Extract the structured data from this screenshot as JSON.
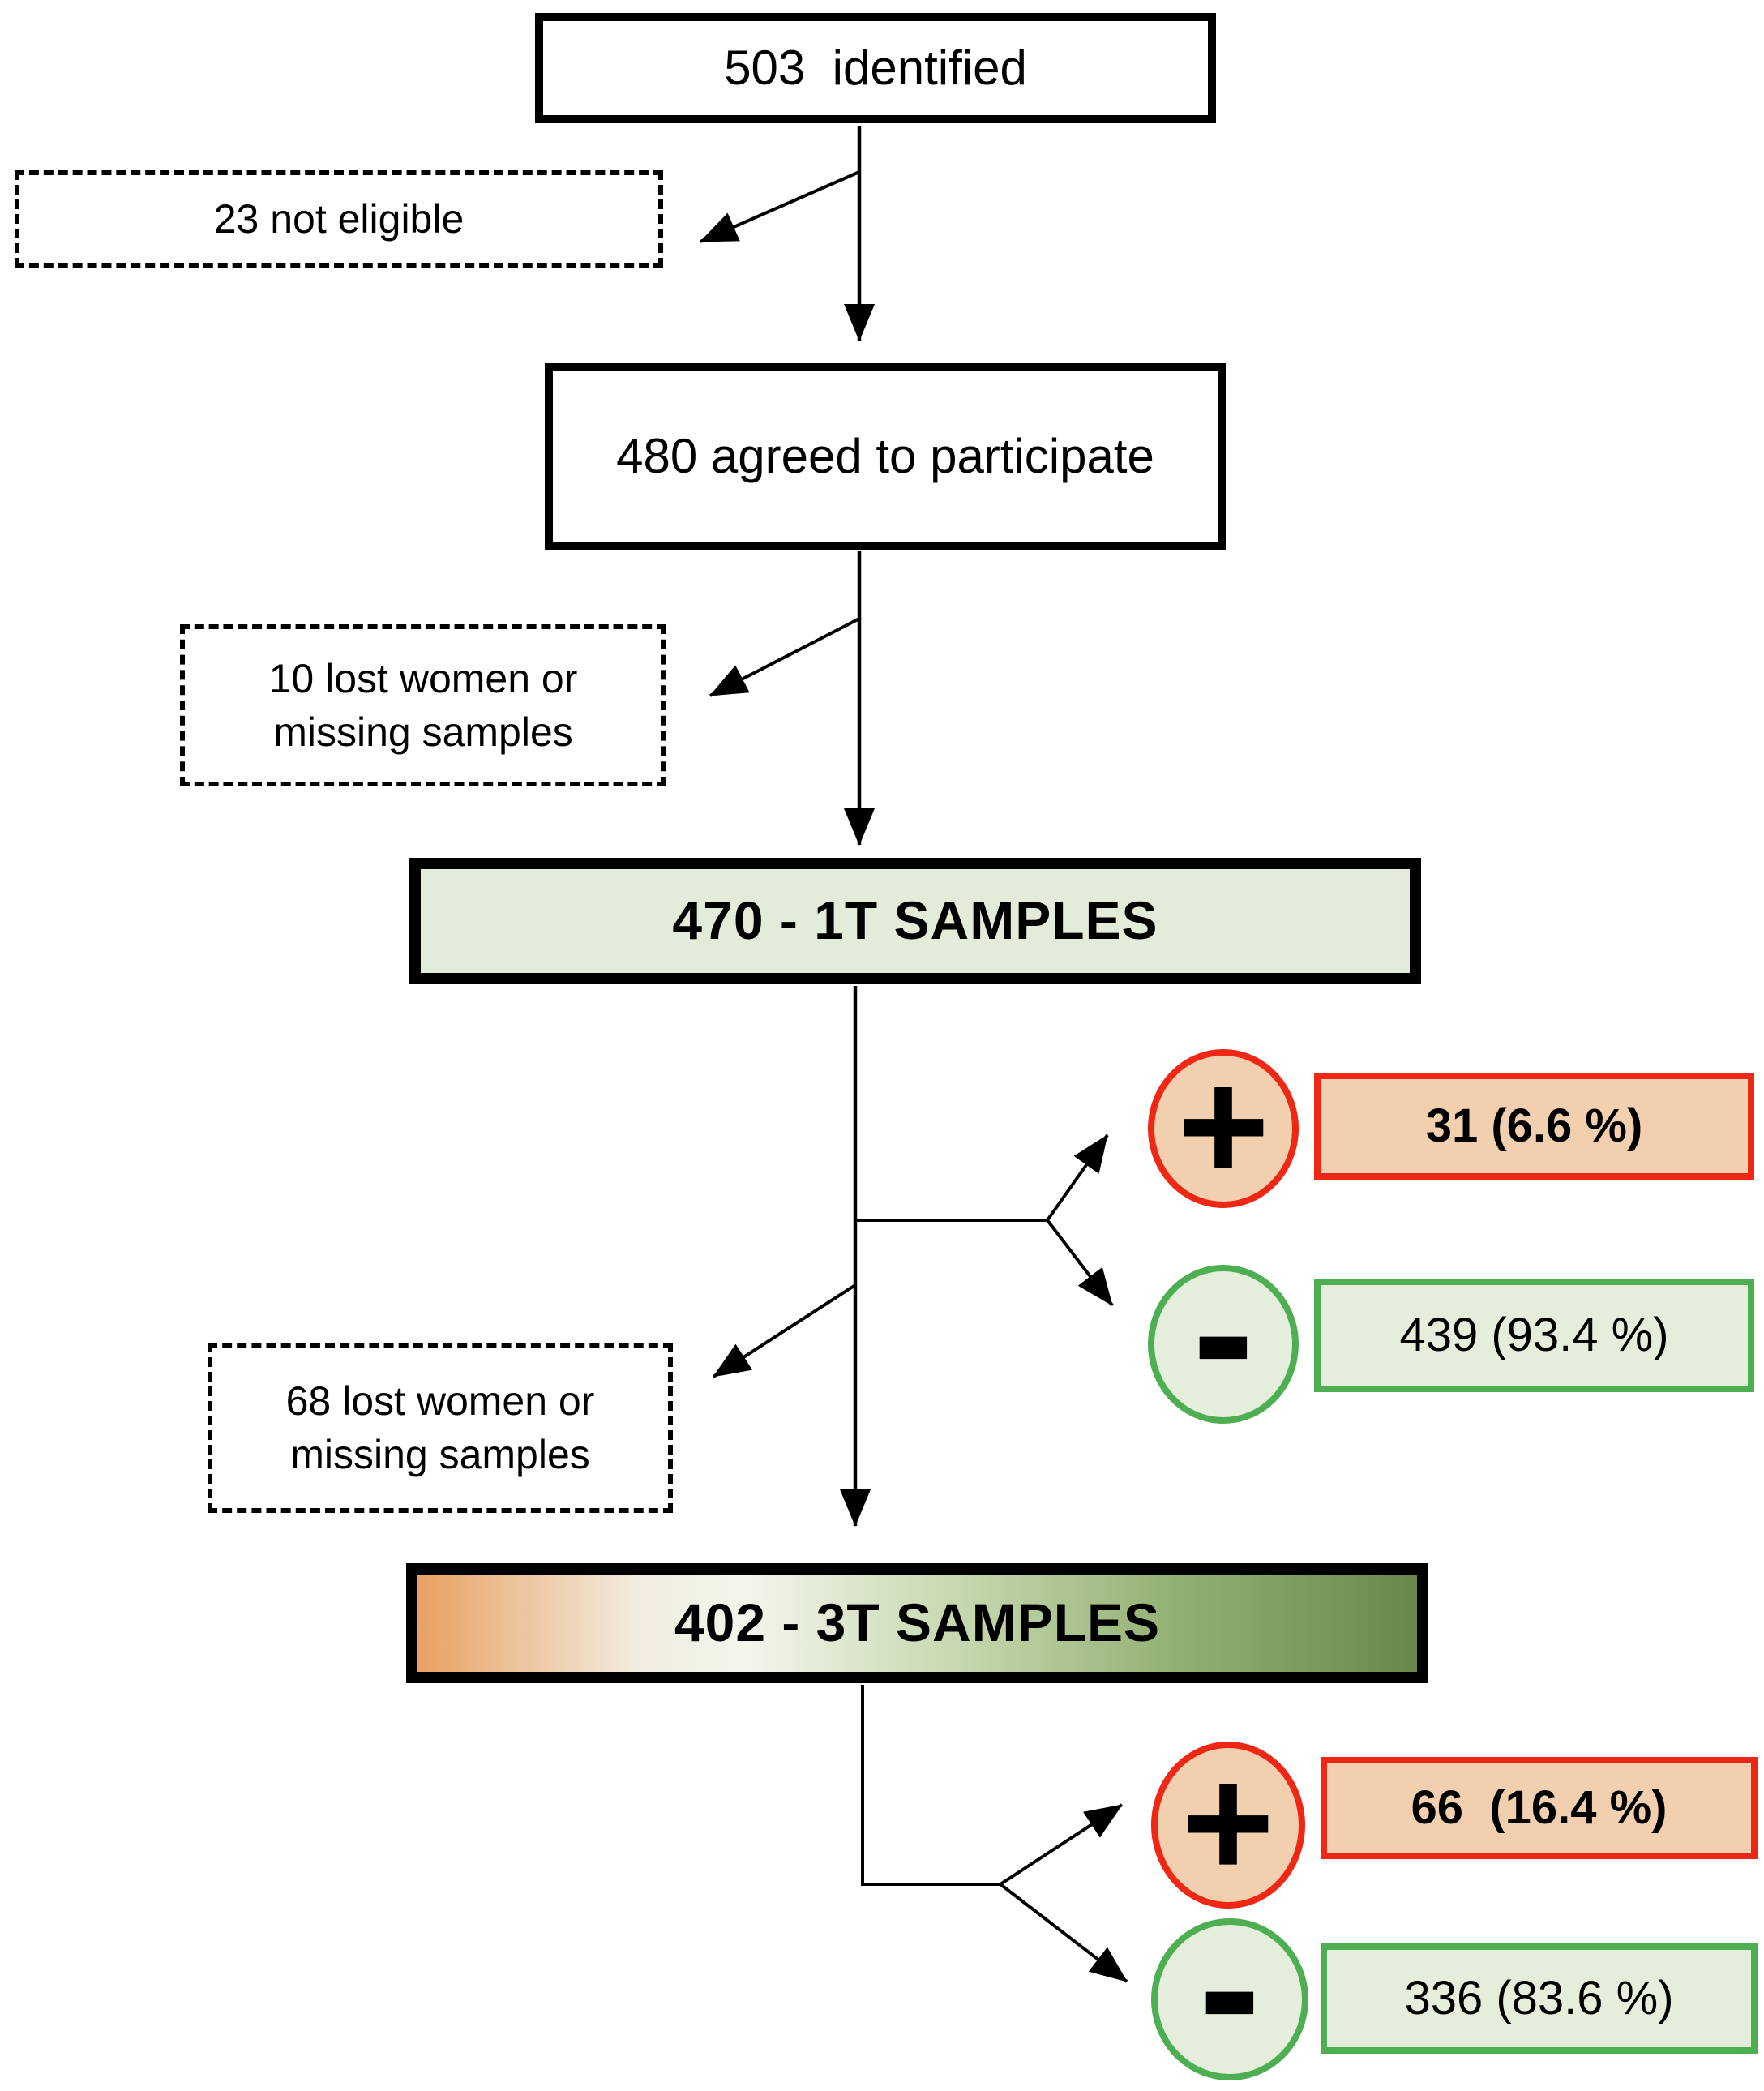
{
  "diagram": {
    "title": "Participant flow diagram",
    "nodes": {
      "identified": {
        "label": "503  identified"
      },
      "not_eligible": {
        "label": "23 not eligible"
      },
      "agreed": {
        "label": "480 agreed to participate"
      },
      "lost_1t": {
        "label": "10 lost women or missing samples"
      },
      "samples_1t": {
        "label": "470 - 1T SAMPLES"
      },
      "pos_1t": {
        "sign": "+",
        "label": "31 (6.6 %)"
      },
      "neg_1t": {
        "sign": "-",
        "label": "439 (93.4 %)"
      },
      "lost_3t": {
        "label": "68 lost women or missing samples"
      },
      "samples_3t": {
        "label": "402 - 3T SAMPLES"
      },
      "pos_3t": {
        "sign": "+",
        "label": "66  (16.4 %)"
      },
      "neg_3t": {
        "sign": "-",
        "label": "336 (83.6 %)"
      }
    },
    "colors": {
      "positive_fill": "#f2cfae",
      "positive_border": "#ee2815",
      "negative_fill": "#e4eedb",
      "negative_border": "#4daf52",
      "samples_1t_fill": "#e2ecd9",
      "gradient_left": "#e8a162",
      "gradient_mid": "#f3f5eb",
      "gradient_right": "#67894b",
      "line_color": "#000000"
    }
  }
}
